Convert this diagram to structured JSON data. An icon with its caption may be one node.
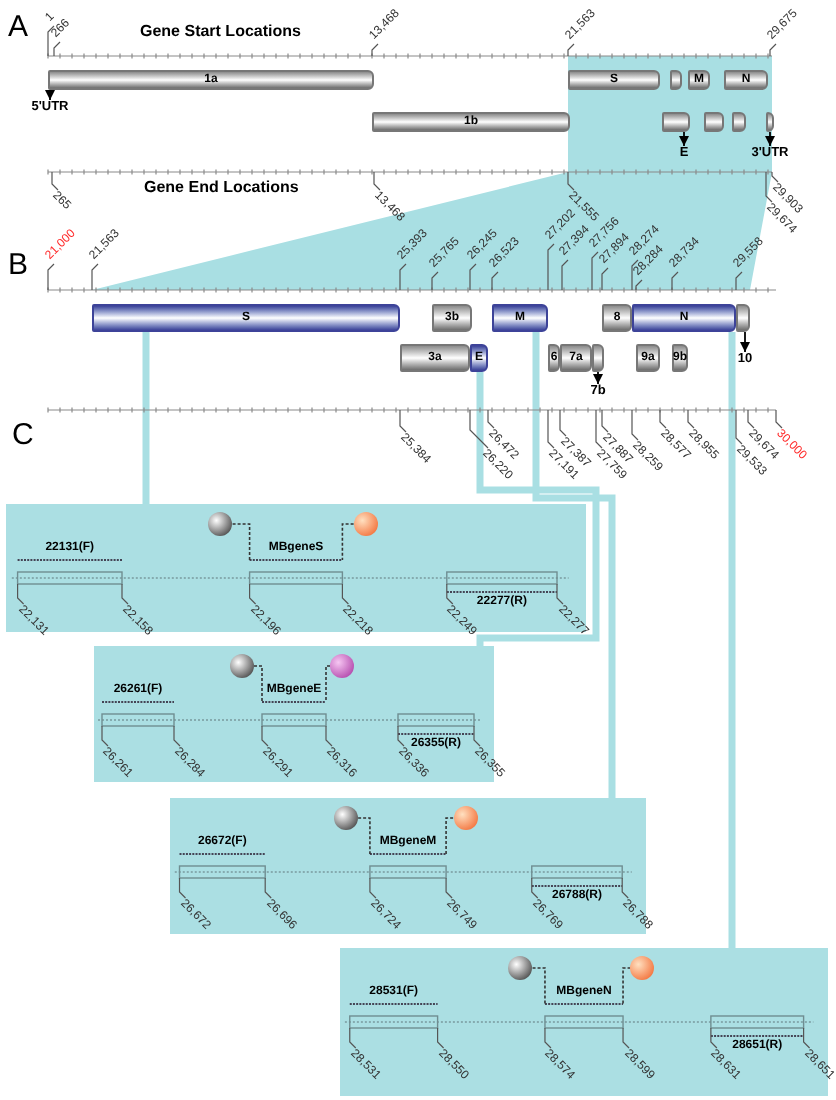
{
  "diagram": {
    "nodes": [
      {
        "text": [
          "1a"
        ]
      },
      {
        "text": [
          "S"
        ]
      },
      {
        "text": [],
        "shape": "bar"
      },
      {
        "text": [
          "M"
        ]
      },
      {
        "text": [
          "N"
        ]
      },
      {
        "text": [
          "5'UTR"
        ]
      },
      {
        "text": [
          "1b"
        ]
      },
      {
        "text": [],
        "shape": "bar"
      },
      {
        "text": [],
        "shape": "bar"
      },
      {
        "text": [],
        "shape": "bar"
      },
      {
        "text": [],
        "shape": "bar"
      },
      {
        "text": [
          "E"
        ]
      },
      {
        "text": [
          "3'UTR"
        ]
      },
      {
        "text": [
          "S"
        ]
      },
      {
        "text": [
          "3b"
        ]
      },
      {
        "text": [
          "M"
        ]
      },
      {
        "text": [
          "8"
        ]
      },
      {
        "text": [
          "N"
        ]
      },
      {
        "text": [],
        "shape": "bar"
      },
      {
        "text": [
          "10"
        ]
      },
      {
        "text": [
          "3a"
        ]
      },
      {
        "text": [
          "E"
        ]
      },
      {
        "text": [
          "6"
        ]
      },
      {
        "text": [
          "7a"
        ]
      },
      {
        "text": [],
        "shape": "bar"
      },
      {
        "text": [
          "9a"
        ]
      },
      {
        "text": [
          "9b"
        ]
      },
      {
        "text": [
          "7b"
        ]
      },
      {
        "text": [
          "22131(F)",
          "MBgeneS",
          "22277(R)"
        ]
      },
      {
        "text": [
          "26261(F)",
          "MBgeneE",
          "26355(R)"
        ]
      },
      {
        "text": [
          "26672(F)",
          "MBgeneM",
          "26788(R)"
        ]
      },
      {
        "text": [
          "28531(F)",
          "MBgeneN",
          "28651(R)"
        ]
      }
    ],
    "edges": [
      {
        "from": 0,
        "to": 5,
        "arrow": "to"
      },
      {
        "from": 7,
        "to": 11,
        "arrow": "to"
      },
      {
        "from": 10,
        "to": 12,
        "arrow": "to"
      },
      {
        "from": 18,
        "to": 19,
        "arrow": "to"
      },
      {
        "from": 24,
        "to": 27,
        "arrow": "to"
      },
      {
        "from": 13,
        "to": 28,
        "arrow": "none",
        "style": "thick",
        "color": "#a9dfe3"
      },
      {
        "from": 21,
        "to": 29,
        "arrow": "none",
        "style": "thick",
        "color": "#a9dfe3"
      },
      {
        "from": 15,
        "to": 30,
        "arrow": "none",
        "style": "thick",
        "color": "#a9dfe3"
      },
      {
        "from": 17,
        "to": 31,
        "arrow": "none",
        "style": "thick",
        "color": "#a9dfe3"
      }
    ],
    "labels": [
      "A",
      "Gene Start Locations",
      "1",
      "266",
      "13,468",
      "21,563",
      "29,675",
      "Gene End Locations",
      "265",
      "13,468",
      "21,555",
      "29,903",
      "29,674",
      "B",
      "21,000",
      "21,563",
      "25,393",
      "25,765",
      "26,245",
      "26,523",
      "27,202",
      "27,394",
      "27,756",
      "27,894",
      "28,274",
      "28,284",
      "28,734",
      "29,558",
      "C",
      "25,384",
      "26,220",
      "26,472",
      "27,191",
      "27,387",
      "27,759",
      "27,887",
      "28,259",
      "28,577",
      "28,955",
      "29,533",
      "29,674",
      "30,000",
      "22,131",
      "22,158",
      "22,196",
      "22,218",
      "22,249",
      "22,277",
      "26,261",
      "26,284",
      "26,291",
      "26,316",
      "26,336",
      "26,355",
      "26,672",
      "26,696",
      "26,724",
      "26,749",
      "26,769",
      "26,788",
      "28,531",
      "28,550",
      "28,574",
      "28,599",
      "28,631",
      "28,651"
    ]
  }
}
